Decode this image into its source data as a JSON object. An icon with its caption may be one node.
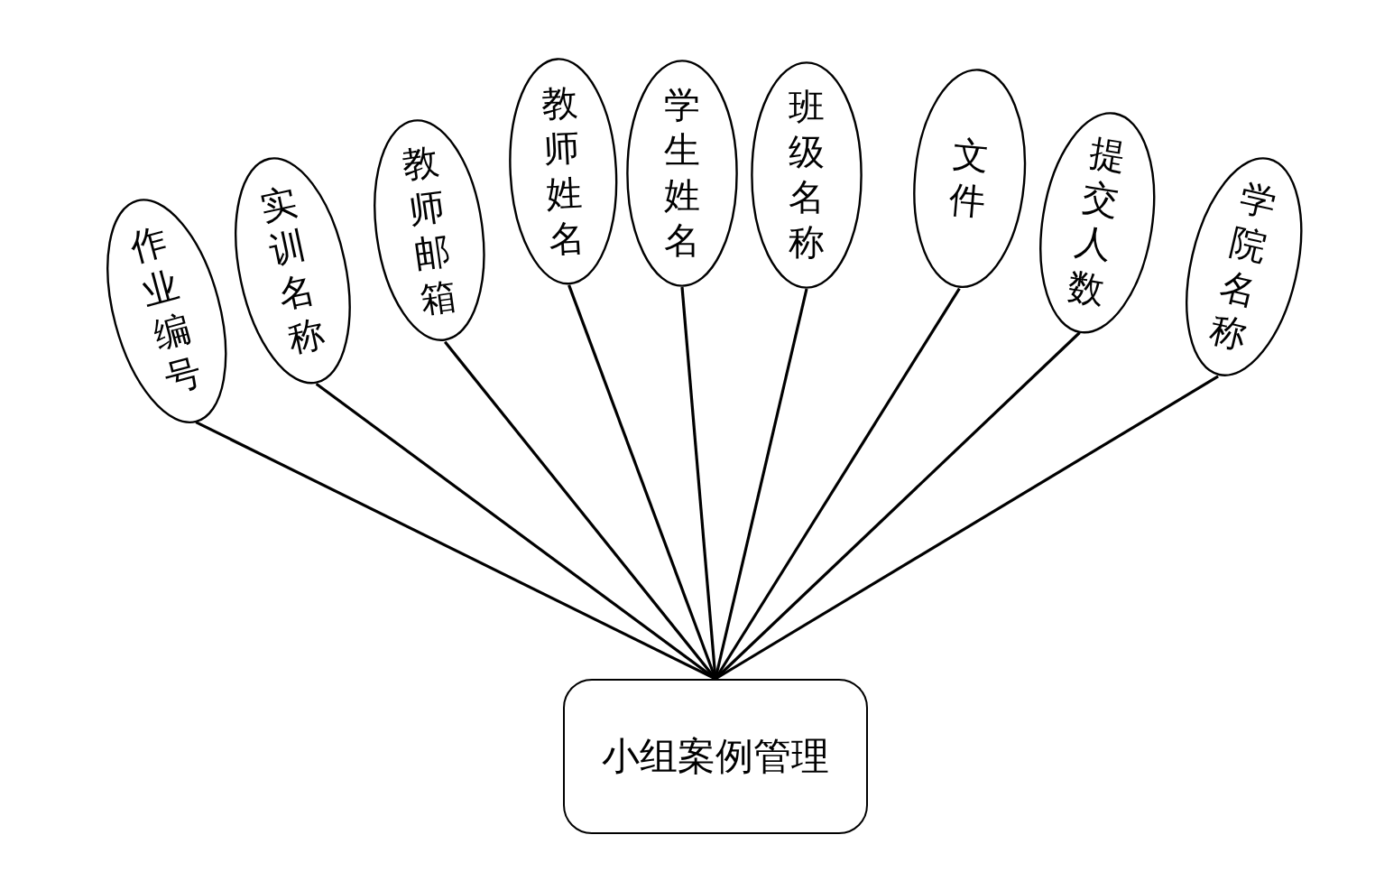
{
  "diagram": {
    "nodes": [
      {
        "text": [
          "作业编号"
        ]
      },
      {
        "text": [
          "实训名称"
        ]
      },
      {
        "text": [
          "教师邮箱"
        ]
      },
      {
        "text": [
          "教师姓名"
        ]
      },
      {
        "text": [
          "学生姓名"
        ]
      },
      {
        "text": [
          "班级名称"
        ]
      },
      {
        "text": [
          "文件"
        ]
      },
      {
        "text": [
          "提交人数"
        ]
      },
      {
        "text": [
          "学院名称"
        ]
      },
      {
        "text": [
          "小组案例管理"
        ]
      }
    ],
    "edges": [
      {
        "from": 0,
        "to": 9,
        "arrow": "none"
      },
      {
        "from": 1,
        "to": 9,
        "arrow": "none"
      },
      {
        "from": 2,
        "to": 9,
        "arrow": "none"
      },
      {
        "from": 3,
        "to": 9,
        "arrow": "none"
      },
      {
        "from": 4,
        "to": 9,
        "arrow": "none"
      },
      {
        "from": 5,
        "to": 9,
        "arrow": "none"
      },
      {
        "from": 6,
        "to": 9,
        "arrow": "none"
      },
      {
        "from": 7,
        "to": 9,
        "arrow": "none"
      },
      {
        "from": 8,
        "to": 9,
        "arrow": "none"
      }
    ]
  }
}
